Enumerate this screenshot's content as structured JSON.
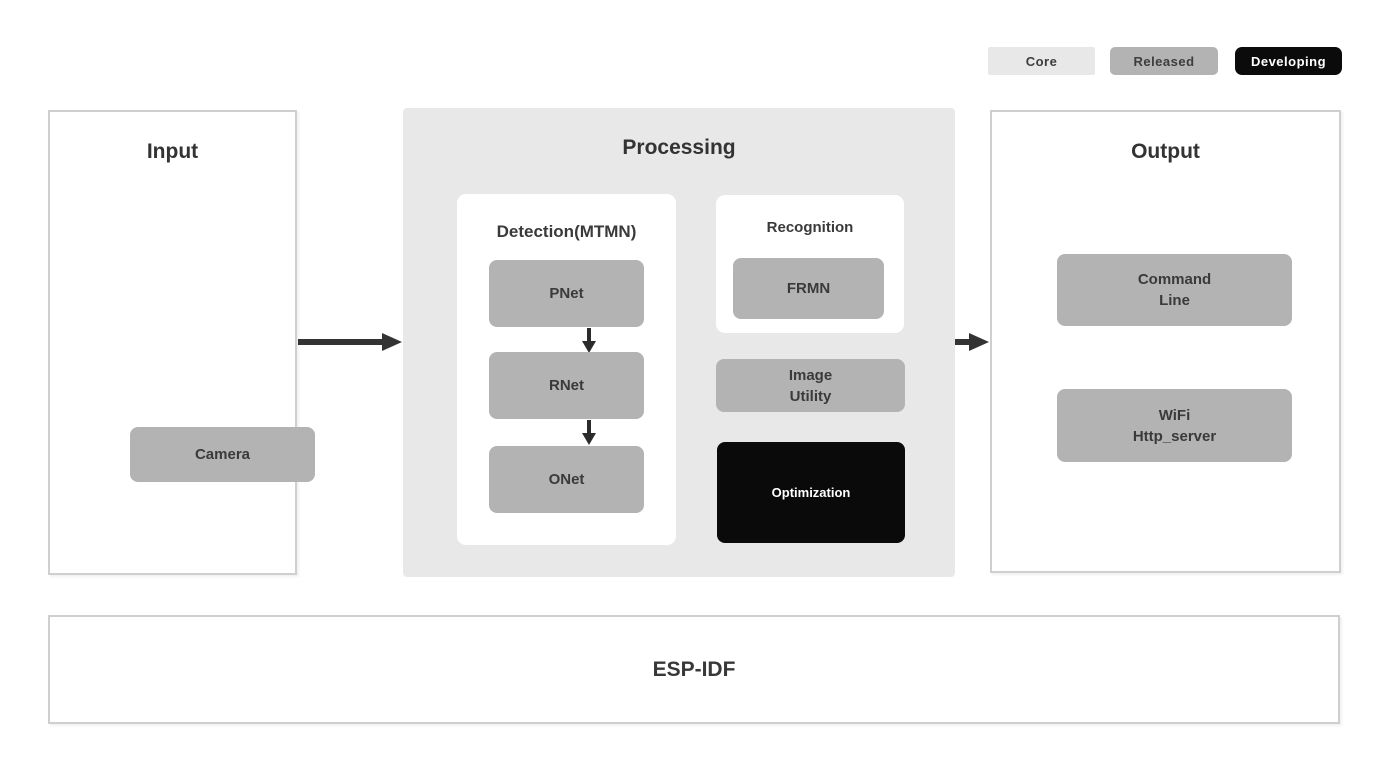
{
  "legend": {
    "items": [
      {
        "label": "Core",
        "fill": "#e8e8e8",
        "text_color": "#3d3d3d"
      },
      {
        "label": "Released",
        "fill": "#b3b3b3",
        "text_color": "#3d3d3d"
      },
      {
        "label": "Developing",
        "fill": "#0b0b0b",
        "text_color": "#ffffff"
      }
    ]
  },
  "diagram": {
    "input": {
      "title": "Input",
      "camera_label": "Camera"
    },
    "processing": {
      "title": "Processing",
      "detection": {
        "title": "Detection(MTMN)",
        "nodes": [
          "PNet",
          "RNet",
          "ONet"
        ]
      },
      "recognition": {
        "title": "Recognition",
        "frmn_label": "FRMN"
      },
      "image_utility": {
        "line1": "Image",
        "line2": "Utility"
      },
      "optimization_label": "Optimization"
    },
    "output": {
      "title": "Output",
      "command_line": {
        "line1": "Command",
        "line2": "Line"
      },
      "wifi": {
        "line1": "WiFi",
        "line2": "Http_server"
      }
    },
    "foundation": {
      "title": "ESP-IDF"
    }
  },
  "colors": {
    "panel_border": "#cfcfcf",
    "processing_bg": "#e8e8e8",
    "chip_gray": "#b3b3b3",
    "chip_black": "#0a0a0a",
    "arrow": "#333333"
  }
}
